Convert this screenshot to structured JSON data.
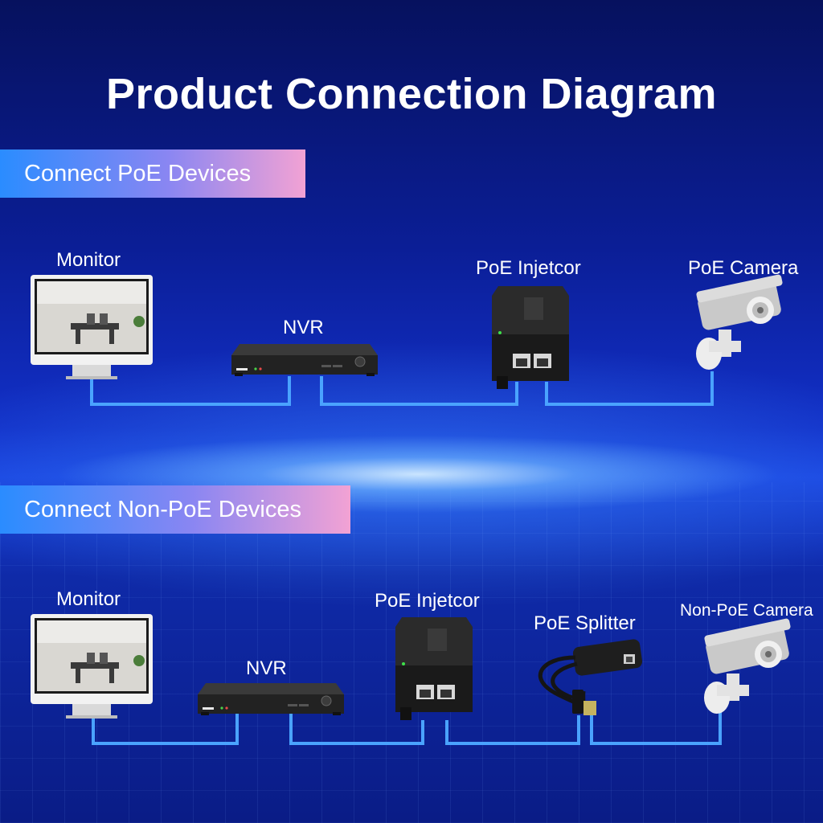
{
  "title": "Product Connection Diagram",
  "sections": [
    {
      "heading": "Connect PoE Devices",
      "labels": {
        "monitor": "Monitor",
        "nvr": "NVR",
        "injector": "PoE Injetcor",
        "camera": "PoE Camera"
      }
    },
    {
      "heading": "Connect Non-PoE Devices",
      "labels": {
        "monitor": "Monitor",
        "nvr": "NVR",
        "injector": "PoE Injetcor",
        "splitter": "PoE Splitter",
        "camera": "Non-PoE Camera"
      }
    }
  ],
  "colors": {
    "cable": "#4aa3ff",
    "banner_start": "#2a8cff",
    "banner_end": "#f2a2d4"
  }
}
